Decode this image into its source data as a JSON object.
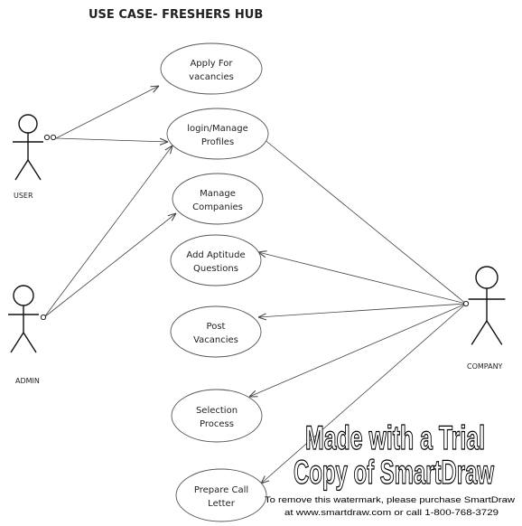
{
  "diagram": {
    "title": "USE CASE- FRESHERS HUB",
    "actors": [
      {
        "id": "user",
        "label": "USER"
      },
      {
        "id": "admin",
        "label": "ADMIN"
      },
      {
        "id": "company",
        "label": "COMPANY"
      }
    ],
    "use_cases": [
      {
        "id": "apply",
        "lines": [
          "Apply For",
          "vacancies"
        ]
      },
      {
        "id": "login",
        "lines": [
          "login/Manage",
          "Profiles"
        ]
      },
      {
        "id": "companies",
        "lines": [
          "Manage",
          "Companies"
        ]
      },
      {
        "id": "aptitude",
        "lines": [
          "Add Aptitude",
          "Questions"
        ]
      },
      {
        "id": "post",
        "lines": [
          "Post",
          "Vacancies"
        ]
      },
      {
        "id": "selection",
        "lines": [
          "Selection",
          "Process"
        ]
      },
      {
        "id": "callletter",
        "lines": [
          "Prepare Call",
          "Letter"
        ]
      }
    ],
    "associations": [
      {
        "from": "user",
        "to": "apply"
      },
      {
        "from": "user",
        "to": "login"
      },
      {
        "from": "admin",
        "to": "login"
      },
      {
        "from": "admin",
        "to": "companies"
      },
      {
        "from": "company",
        "to": "login"
      },
      {
        "from": "company",
        "to": "aptitude"
      },
      {
        "from": "company",
        "to": "post"
      },
      {
        "from": "company",
        "to": "selection"
      },
      {
        "from": "company",
        "to": "callletter"
      }
    ]
  },
  "watermark": {
    "line1": "Made with a Trial",
    "line2": "Copy of SmartDraw",
    "notice1": "To remove this watermark, please purchase SmartDraw",
    "notice2": "at www.smartdraw.com or call 1-800-768-3729"
  }
}
